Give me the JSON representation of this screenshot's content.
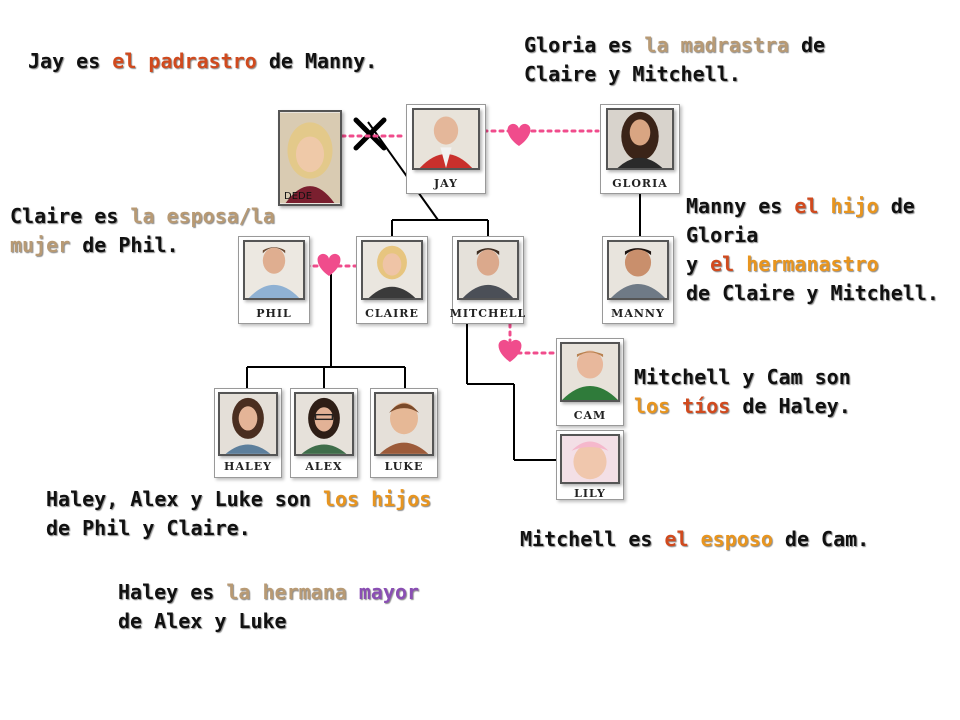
{
  "colors": {
    "text": "#111111",
    "red": "#d04a1e",
    "orange": "#e8951f",
    "tan": "#b89a74",
    "purple": "#8a4fb3",
    "heart": "#f04c8c",
    "line": "#000000"
  },
  "members": {
    "dede": "DEDE",
    "jay": "JAY",
    "gloria": "GLORIA",
    "manny": "MANNY",
    "phil": "PHIL",
    "claire": "CLAIRE",
    "mitchell": "MITCHELL",
    "cam": "CAM",
    "lily": "LILY",
    "haley": "HALEY",
    "alex": "ALEX",
    "luke": "LUKE"
  },
  "captions": {
    "jay_padrastro": {
      "a": "Jay es ",
      "b": "el padrastro",
      "c": " de Manny."
    },
    "gloria_madrastra": {
      "a": "Gloria es ",
      "b": "la madrastra",
      "c": " de",
      "line2": "Claire y Mitchell."
    },
    "claire_esposa": {
      "a": "Claire es ",
      "b": "la esposa/la",
      "c": "mujer",
      "d": " de Phil."
    },
    "manny_hijo": {
      "a": "Manny es ",
      "b": "el",
      "c": "hijo",
      "d": " de",
      "line2": "Gloria",
      "e": "y ",
      "f": "el",
      "g": "hermanastro",
      "line4": "de Claire y Mitchell."
    },
    "mitchell_cam_tios": {
      "line1": "Mitchell y Cam son",
      "a": "los",
      "b": "tíos",
      "c": " de Haley."
    },
    "hijos": {
      "a": "Haley, Alex y Luke son ",
      "b": "los hijos",
      "line2": "de Phil y Claire."
    },
    "mitchell_esposo": {
      "a": "Mitchell es ",
      "b": "el",
      "c": "esposo",
      "d": " de Cam."
    },
    "haley_hermana": {
      "a": "Haley es ",
      "b": "la hermana",
      "c": "mayor",
      "line2": "de Alex y Luke"
    }
  }
}
